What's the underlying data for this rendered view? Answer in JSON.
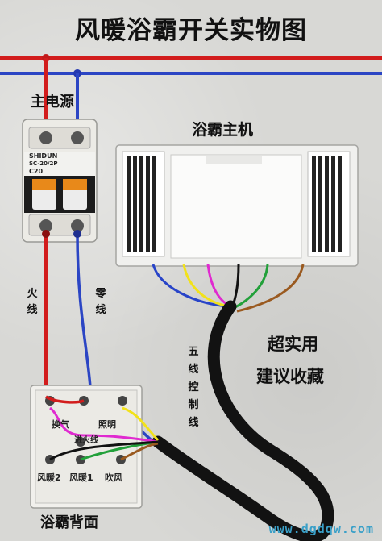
{
  "title": "风暖浴霸开关实物图",
  "labels": {
    "main_power": "主电源",
    "host": "浴霸主机",
    "back": "浴霸背面",
    "fire_line": "火线",
    "zero_line": "零线",
    "five_wire": "五线控制线",
    "promo_line1": "超实用",
    "promo_line2": "建议收藏"
  },
  "breaker": {
    "brand": "SHIDUN",
    "model": "SC-20/2P",
    "rating": "C20"
  },
  "switch_panel": {
    "exchange": "换气",
    "lighting": "照明",
    "live_in": "进火线",
    "warm2": "风暖2",
    "warm1": "风暖1",
    "blow": "吹风"
  },
  "watermark": "www.dgdqw.com",
  "colors": {
    "live": "#d21c1c",
    "neutral": "#2b45c4",
    "cable": "#111111",
    "wire_blue": "#2844c8",
    "wire_yellow": "#f2e21a",
    "wire_magenta": "#e02ad0",
    "wire_green": "#22a03a",
    "wire_brown": "#9a5a20"
  }
}
